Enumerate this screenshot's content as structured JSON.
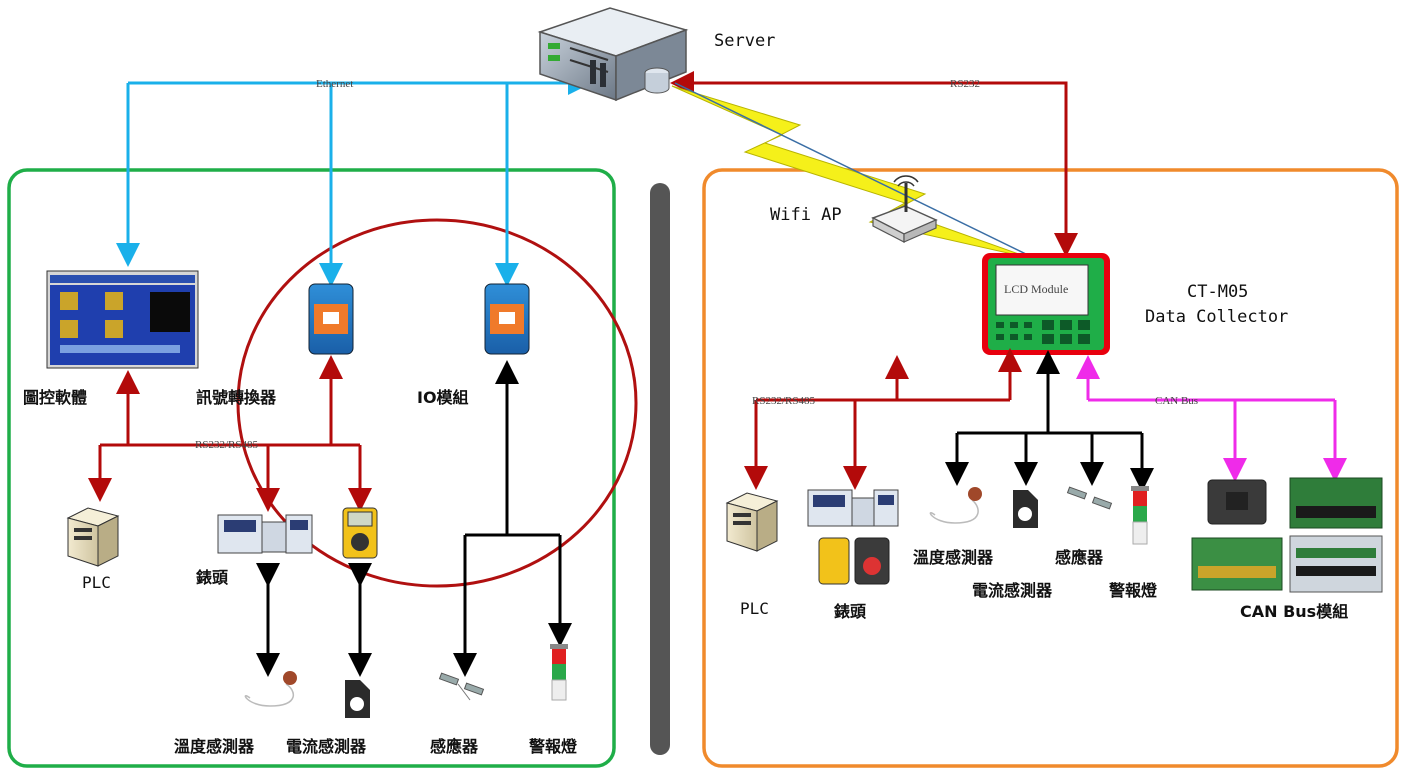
{
  "server": {
    "label": "Server"
  },
  "wifi_ap": {
    "label": "Wifi AP"
  },
  "collector": {
    "screen_text": "LCD Module",
    "model": "CT-M05",
    "name": "Data Collector",
    "frame_color": "#e8000e"
  },
  "links": {
    "ethernet": "Ethernet",
    "rs232_top": "RS232",
    "rs_left": "RS232/RS485",
    "rs_right": "RS232/RS485",
    "can_bus": "CAN Bus"
  },
  "left_zone": {
    "border_color": "#1fae48",
    "monitoring_software": "圖控軟體",
    "signal_converter": "訊號轉換器",
    "io_module": "IO模組",
    "plc": "PLC",
    "meter": "錶頭",
    "temp_sensor": "溫度感測器",
    "current_sensor": "電流感測器",
    "sensor": "感應器",
    "alarm_light": "警報燈"
  },
  "right_zone": {
    "border_color": "#f08a2c",
    "plc": "PLC",
    "meter": "錶頭",
    "temp_sensor": "溫度感測器",
    "sensor": "感應器",
    "current_sensor": "電流感測器",
    "alarm_light": "警報燈",
    "can_module": "CAN Bus模組"
  },
  "colors": {
    "ethernet": "#1ab0ea",
    "serial": "#b30a0a",
    "io": "#000000",
    "can": "#ef2be9",
    "lightning": "#f5f01a",
    "highlight_circle": "#b01010",
    "divider": "#555555"
  }
}
